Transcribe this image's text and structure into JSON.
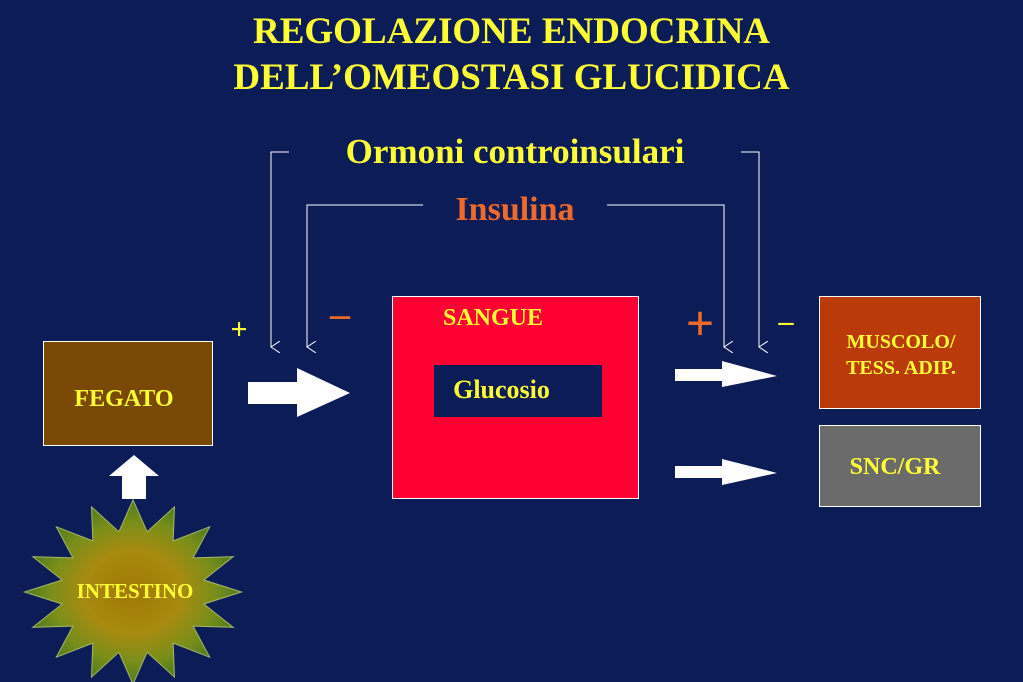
{
  "title": {
    "line1": "REGOLAZIONE ENDOCRINA",
    "line2": "DELL’OMEOSTASI GLUCIDICA"
  },
  "labels": {
    "hormones": "Ormoni controinsulari",
    "insulin": "Insulina"
  },
  "signs": {
    "hormones_liver": "+",
    "insulin_liver": "–",
    "insulin_tissue": "+",
    "hormones_tissue": "–"
  },
  "nodes": {
    "liver": "FEGATO",
    "intestine": "INTESTINO",
    "blood": "SANGUE",
    "glucose": "Glucosio",
    "muscle_line1": "MUSCOLO/",
    "muscle_line2": "TESS. ADIP.",
    "cns": "SNC/GR"
  },
  "colors": {
    "background": "#0b1c57",
    "title": "#ffff33",
    "insulin": "#ee6a2a",
    "liver": "#7a4a05",
    "blood": "#ff0033",
    "muscle": "#bb3a0a",
    "cns": "#6b6b6b"
  }
}
